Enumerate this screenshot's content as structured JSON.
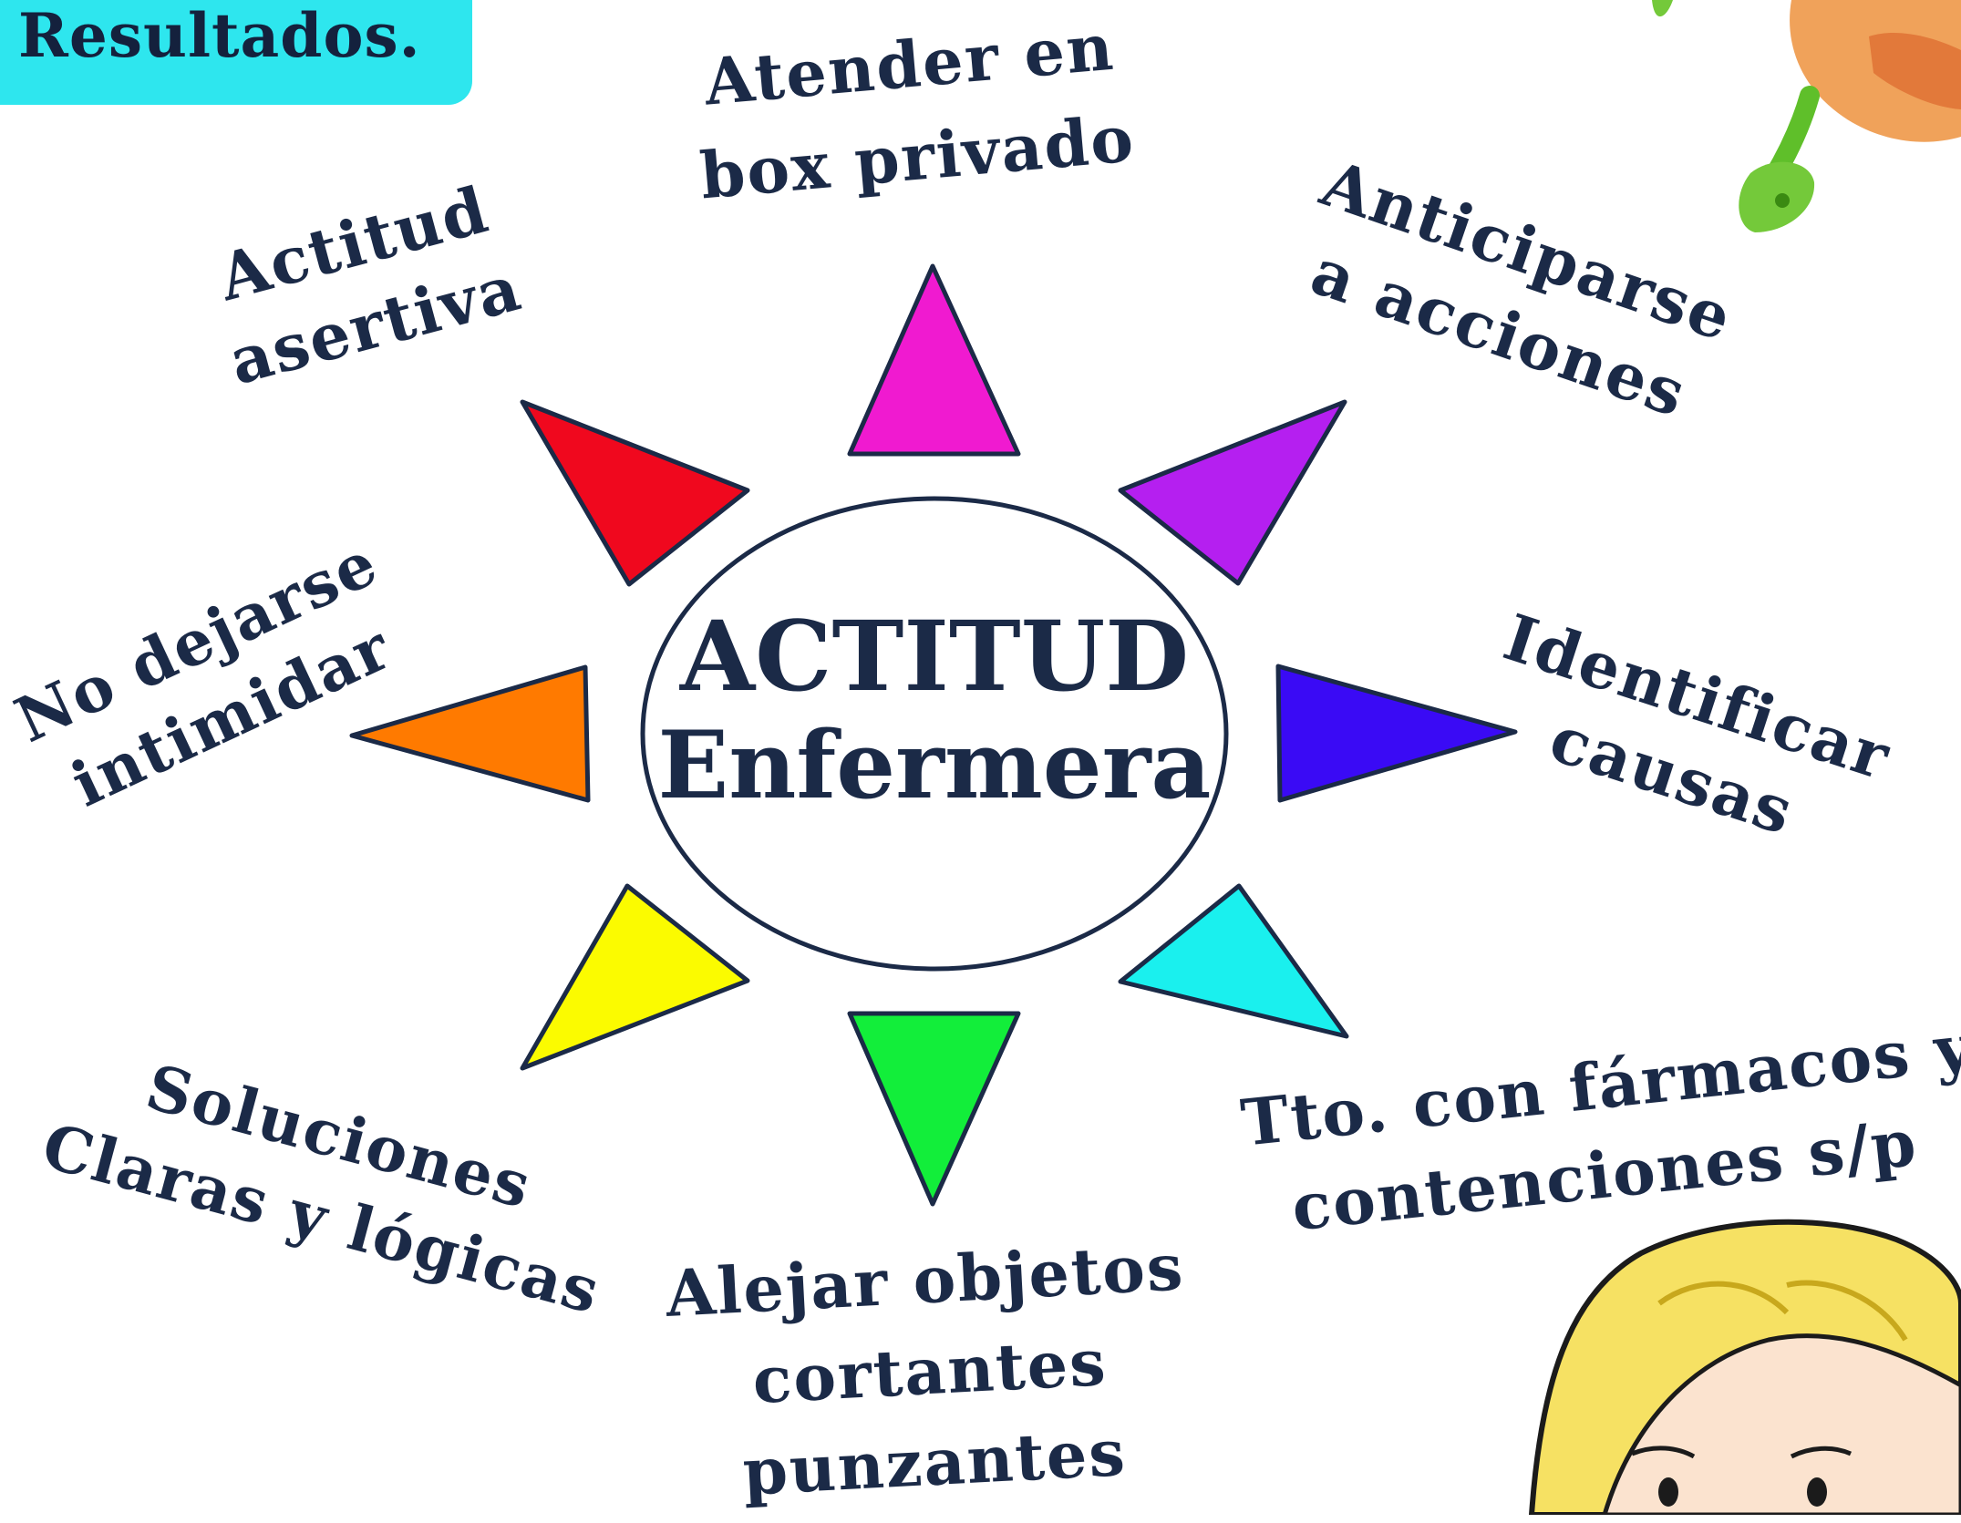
{
  "header": {
    "title": "Resultados."
  },
  "center": {
    "line1": "ACTITUD",
    "line2": "Enfermera"
  },
  "labels": {
    "top": [
      "Atender en",
      "box privado"
    ],
    "top_right": [
      "Anticiparse",
      "a acciones"
    ],
    "right": [
      "Identificar",
      "causas"
    ],
    "bottom_right": [
      "Tto. con fármacos y",
      "contenciones s/p"
    ],
    "bottom": [
      "Alejar objetos",
      "cortantes",
      "punzantes"
    ],
    "bottom_left": [
      "Soluciones",
      "Claras y lógicas"
    ],
    "left": [
      "No dejarse",
      "intimidar"
    ],
    "top_left": [
      "Actitud",
      "asertiva"
    ]
  },
  "ray_colors": {
    "top": "#f01ad0",
    "top_right": "#b51ff0",
    "right": "#3a0af5",
    "bottom_right": "#1af0ee",
    "bottom": "#12ee3a",
    "bottom_left": "#fbfb00",
    "left": "#ff7a00",
    "top_left": "#f0081e"
  },
  "illustrations": [
    "cartoon-character-legs",
    "cartoon-girl-face"
  ]
}
